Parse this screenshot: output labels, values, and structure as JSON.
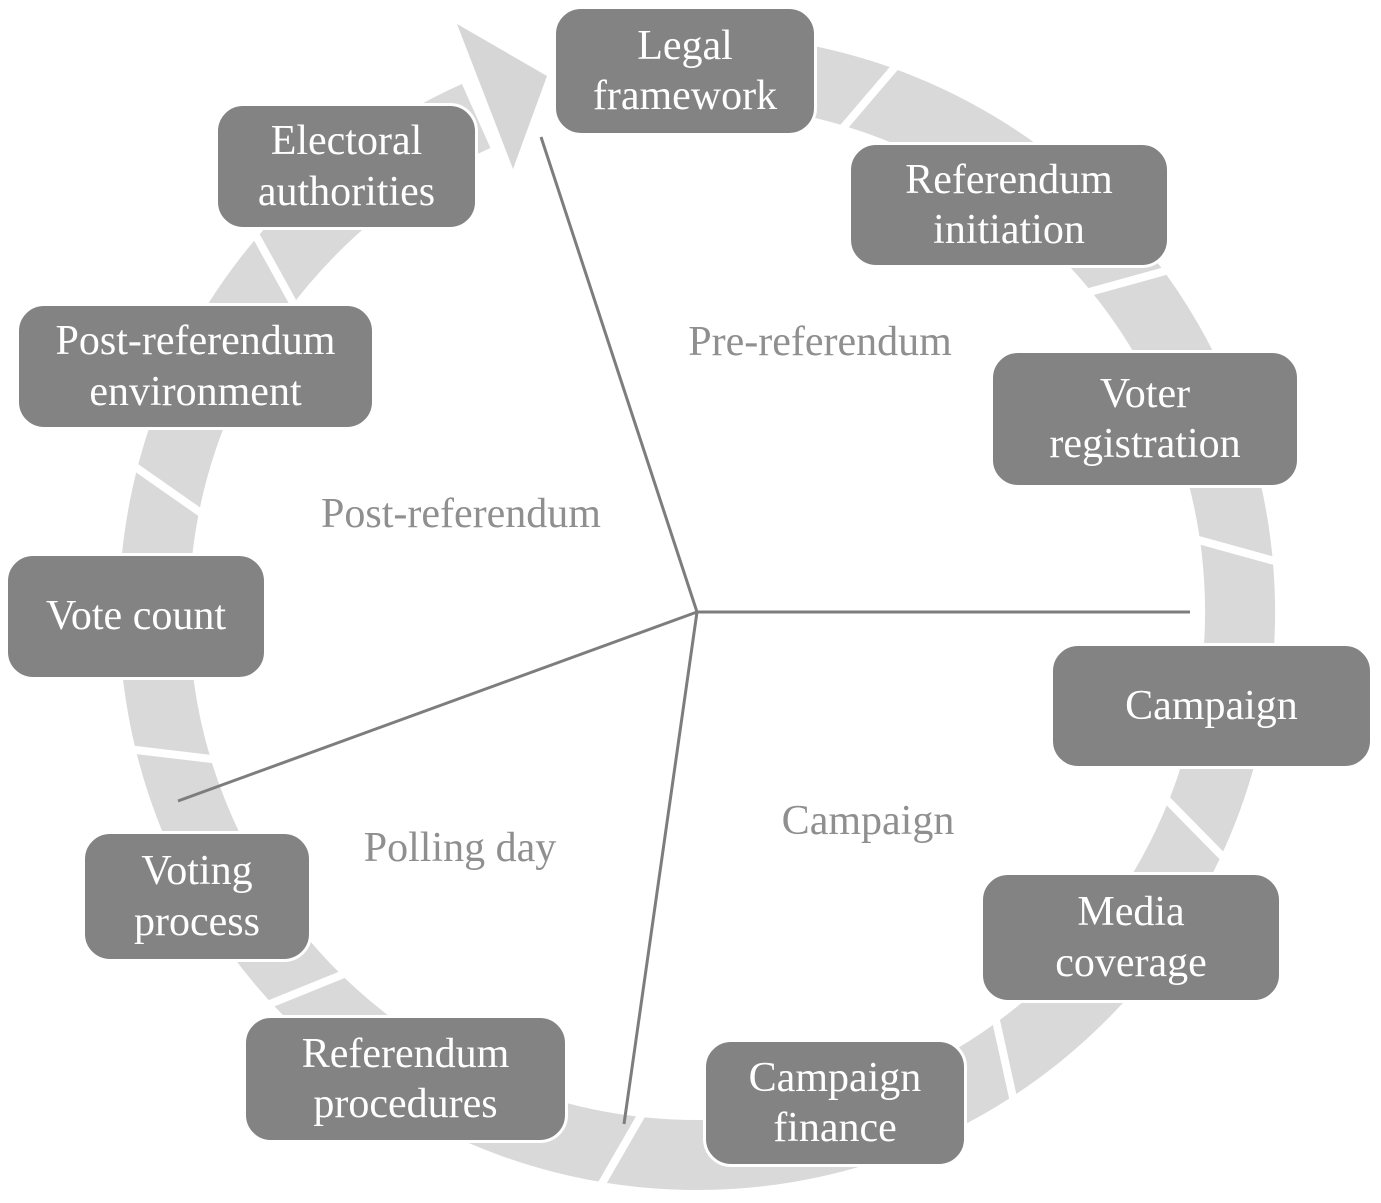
{
  "diagram": {
    "type": "cycle",
    "nodes": [
      {
        "id": "legal-framework",
        "label": "Legal\nframework"
      },
      {
        "id": "referendum-initiation",
        "label": "Referendum\ninitiation"
      },
      {
        "id": "voter-registration",
        "label": "Voter\nregistration"
      },
      {
        "id": "campaign",
        "label": "Campaign"
      },
      {
        "id": "media-coverage",
        "label": "Media\ncoverage"
      },
      {
        "id": "campaign-finance",
        "label": "Campaign\nfinance"
      },
      {
        "id": "referendum-procedures",
        "label": "Referendum\nprocedures"
      },
      {
        "id": "voting-process",
        "label": "Voting\nprocess"
      },
      {
        "id": "vote-count",
        "label": "Vote count"
      },
      {
        "id": "post-referendum-environment",
        "label": "Post-referendum\nenvironment"
      },
      {
        "id": "electoral-authorities",
        "label": "Electoral\nauthorities"
      }
    ],
    "sectors": [
      {
        "id": "pre-referendum",
        "label": "Pre-referendum"
      },
      {
        "id": "campaign",
        "label": "Campaign"
      },
      {
        "id": "polling-day",
        "label": "Polling day"
      },
      {
        "id": "post-referendum",
        "label": "Post-referendum"
      }
    ],
    "colors": {
      "node_fill": "#838383",
      "node_text": "#ffffff",
      "band": "#d9d9d9",
      "arrow": "#d6d6d6",
      "line": "#7d7d7d",
      "sector_text": "#8f8f8f"
    }
  }
}
